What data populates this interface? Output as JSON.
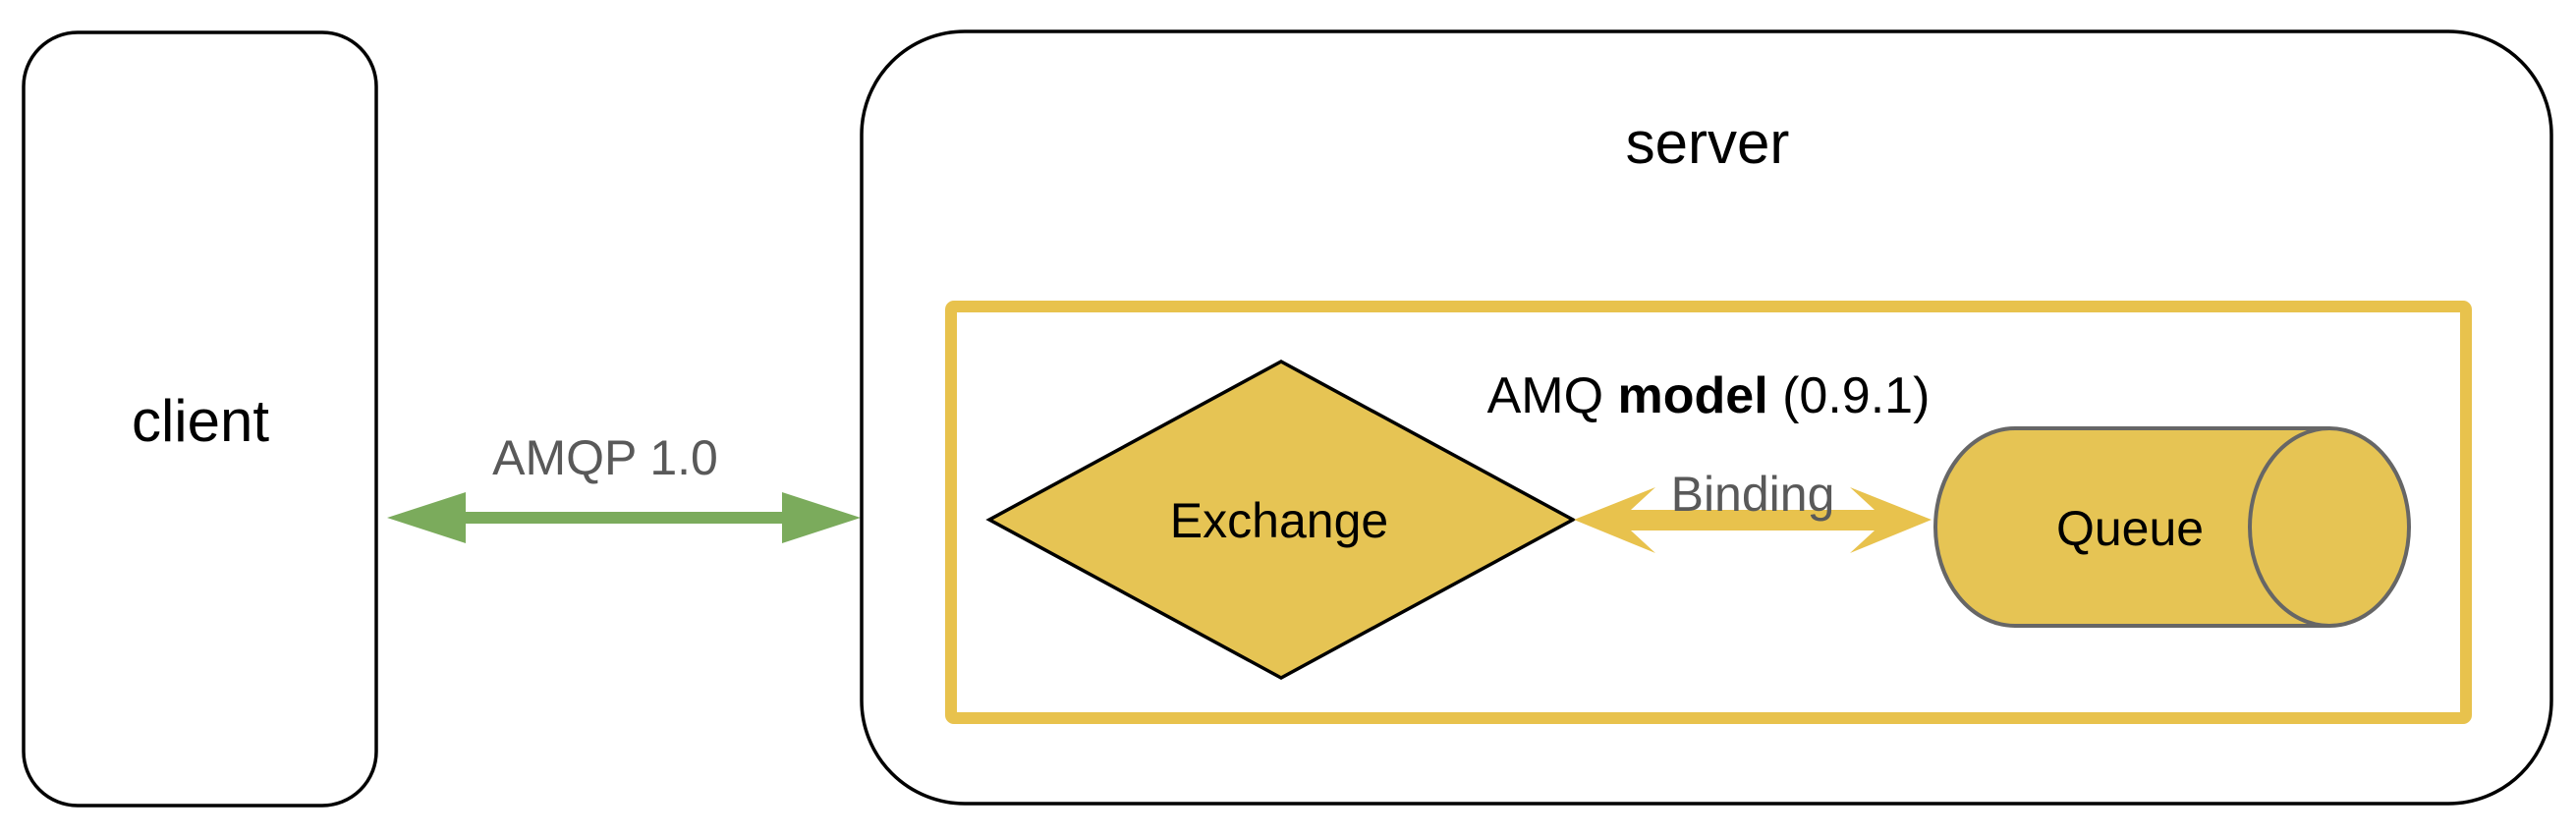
{
  "diagram": {
    "title_semantics": "AMQP client-server messaging diagram",
    "client": {
      "label": "client"
    },
    "connection": {
      "label": "AMQP 1.0"
    },
    "server": {
      "label": "server"
    },
    "amq_model": {
      "prefix": "AMQ ",
      "bold": "model",
      "suffix": " (0.9.1)"
    },
    "exchange": {
      "label": "Exchange"
    },
    "binding": {
      "label": "Binding"
    },
    "queue": {
      "label": "Queue"
    }
  },
  "colors": {
    "shape_fill_yellow": "#E6C454",
    "accent_yellow": "#E8C24D",
    "accent_green": "#7BAB5C",
    "gray_text": "#595959",
    "cylinder_outline": "#666666",
    "box_outline": "#000000",
    "background": "#FFFFFF"
  }
}
